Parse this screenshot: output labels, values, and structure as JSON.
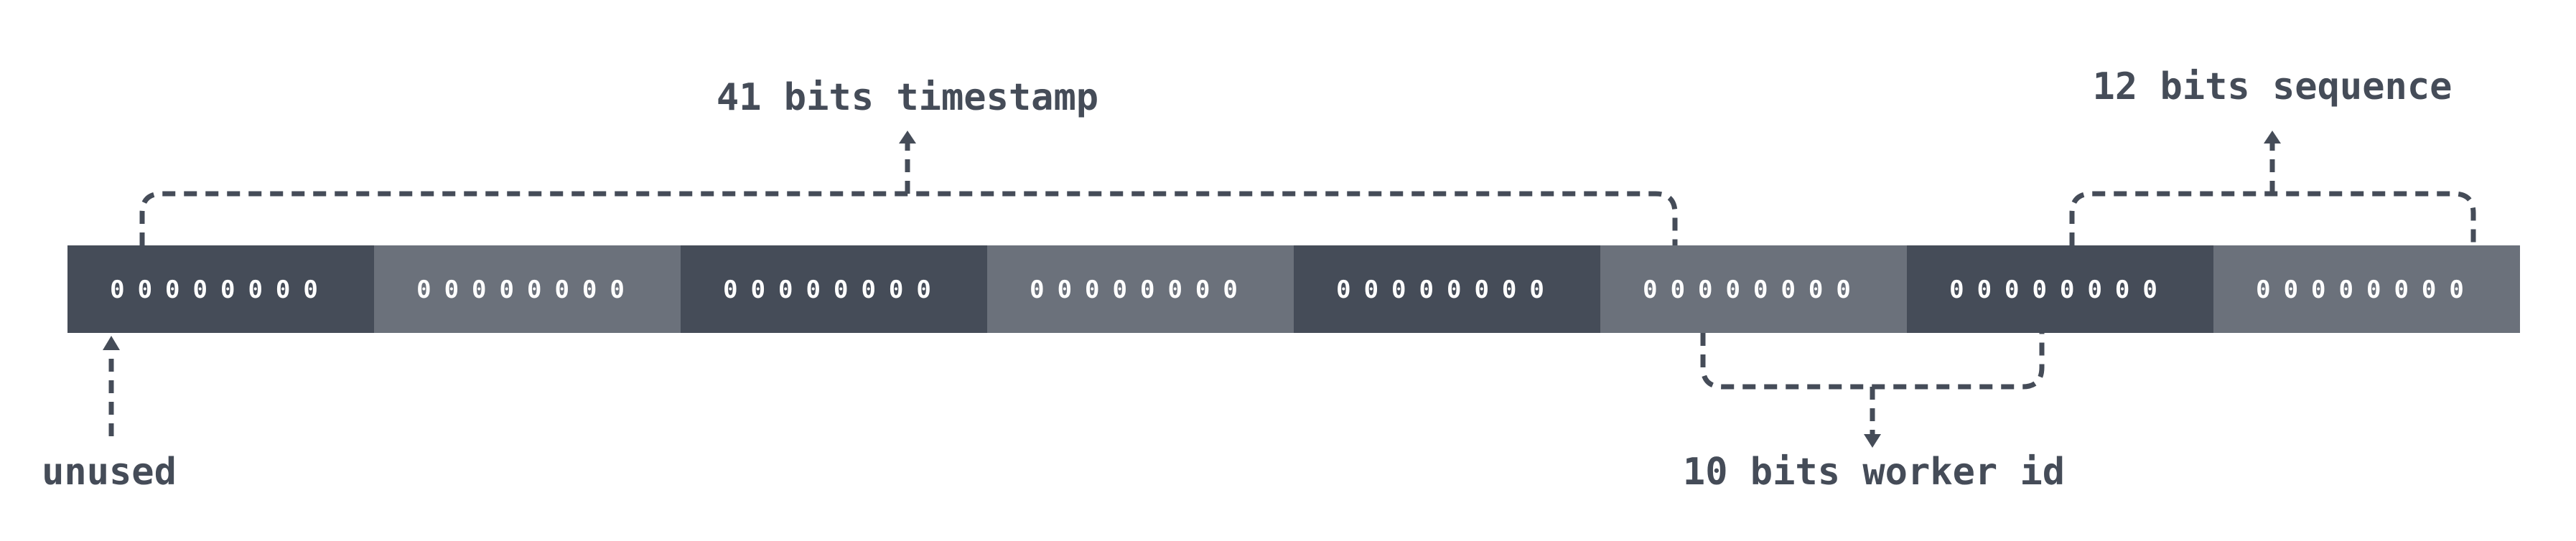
{
  "diagram": {
    "bytes": [
      {
        "bits": "00000000"
      },
      {
        "bits": "00000000"
      },
      {
        "bits": "00000000"
      },
      {
        "bits": "00000000"
      },
      {
        "bits": "00000000"
      },
      {
        "bits": "00000000"
      },
      {
        "bits": "00000000"
      },
      {
        "bits": "00000000"
      }
    ],
    "labels": {
      "timestamp": "41 bits timestamp",
      "sequence": "12 bits sequence",
      "worker_id": "10 bits worker id",
      "unused": "unused"
    },
    "colors": {
      "byte_dark": "#454c58",
      "byte_light": "#6b717b",
      "bit_text": "#ffffff",
      "annotation": "#454c58",
      "background": "#ffffff"
    }
  }
}
